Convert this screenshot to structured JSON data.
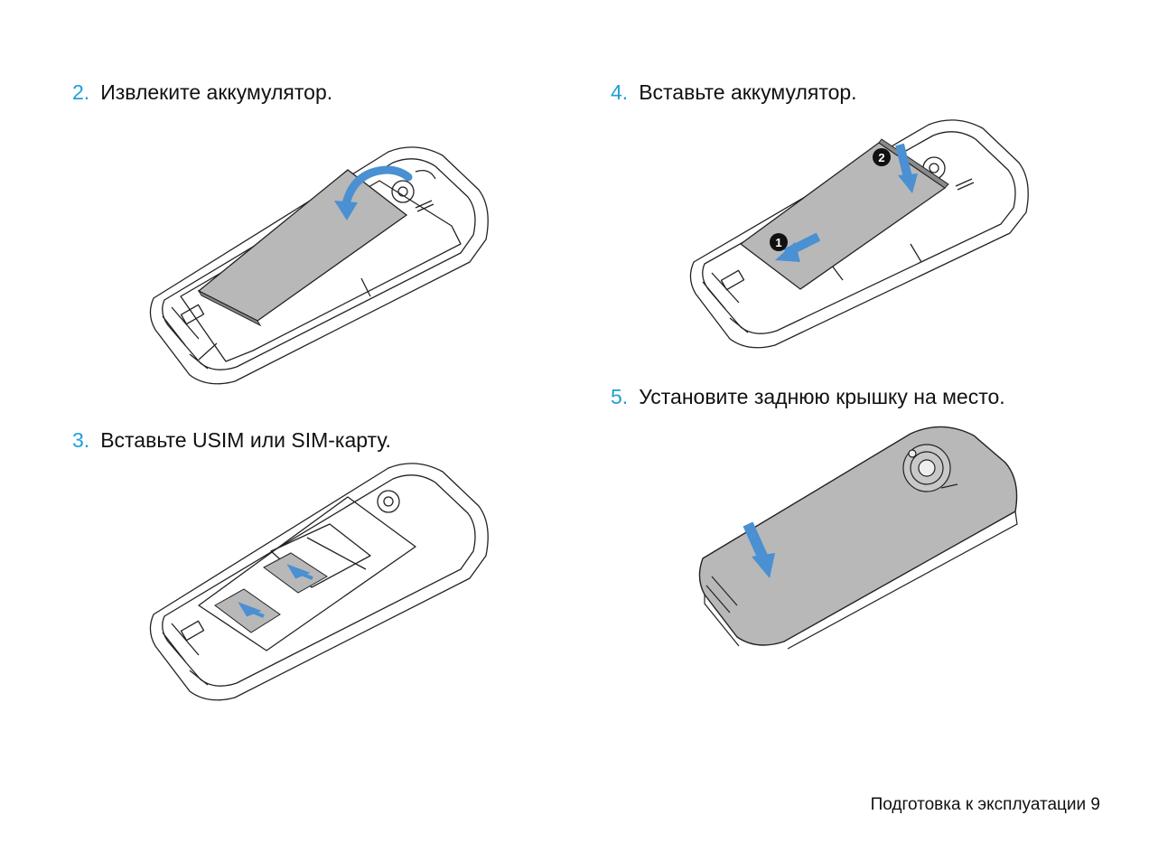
{
  "steps": [
    {
      "num": "2.",
      "text": "Извлеките аккумулятор."
    },
    {
      "num": "3.",
      "text": "Вставьте USIM или SIM-карту."
    },
    {
      "num": "4.",
      "text": "Вставьте аккумулятор."
    },
    {
      "num": "5.",
      "text": "Установите заднюю крышку на место."
    }
  ],
  "markers": {
    "one": "1",
    "two": "2"
  },
  "footer": {
    "section": "Подготовка к эксплуатации",
    "page": "9"
  },
  "colors": {
    "accent": "#1e9fd8",
    "arrow": "#4a90d2",
    "battery": "#b8b8b8",
    "line": "#222222"
  }
}
